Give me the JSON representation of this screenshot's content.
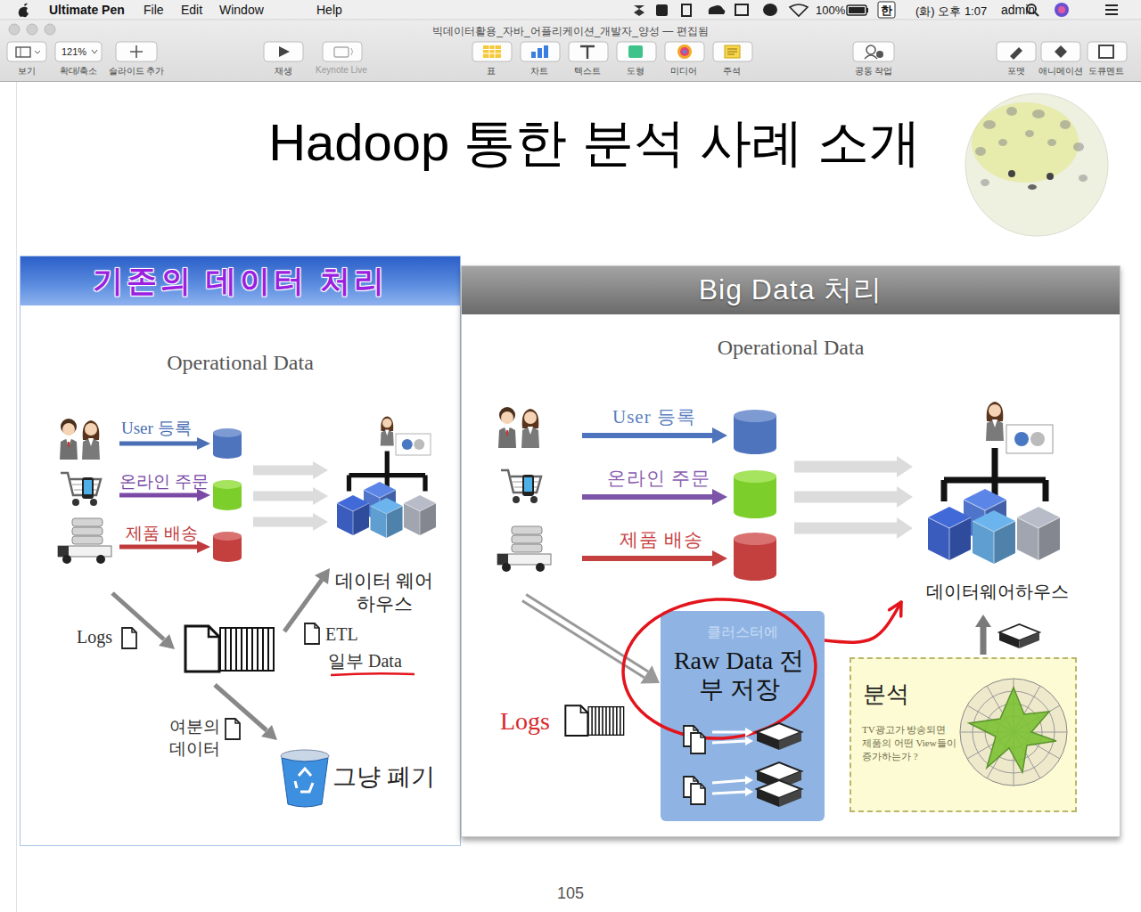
{
  "diagram": {
    "title": "Hadoop 통한 분석 사례 소개",
    "nodes": [
      {
        "text": [
          "기존의 데이터 처리",
          "Operational Data"
        ]
      },
      {
        "text": [
          "데이터 웨어하우스"
        ],
        "in": 0
      },
      {
        "text": [
          "Big Data 처리",
          "Operational Data"
        ]
      },
      {
        "text": [
          "클러스터에",
          "Raw Data 전부 저장"
        ],
        "in": 2
      },
      {
        "text": [
          "데이터웨어하우스"
        ],
        "in": 2
      },
      {
        "text": [
          "분석",
          "TV광고가 방송되면 제품의 어떤 View들이 증가하는가 ?"
        ],
        "in": 2
      }
    ],
    "edges": [
      {
        "from": 3,
        "to": 4,
        "arrow": "to"
      },
      {
        "from": 5,
        "to": 4,
        "arrow": "to"
      }
    ],
    "labels": [
      "Ultimate Pen",
      "File",
      "Edit",
      "Window",
      "Help",
      "100%",
      "한",
      "(화) 오후 1:07",
      "admin",
      "빅데이터활용_자바_어플리케이션_개발자_양성 — 편집됨",
      "121%",
      "보기",
      "확대/축소",
      "슬라이드 추가",
      "재생",
      "Keynote Live",
      "표",
      "차트",
      "텍스트",
      "도형",
      "미디어",
      "주석",
      "공동 작업",
      "포맷",
      "애니메이션",
      "도큐멘트",
      "User 등록",
      "온라인 주문",
      "제품 배송",
      "Logs",
      "ETL",
      "일부 Data",
      "여분의 데이터",
      "그냥 폐기",
      "User 등록",
      "온라인 주문",
      "제품 배송",
      "Logs",
      "105"
    ]
  }
}
